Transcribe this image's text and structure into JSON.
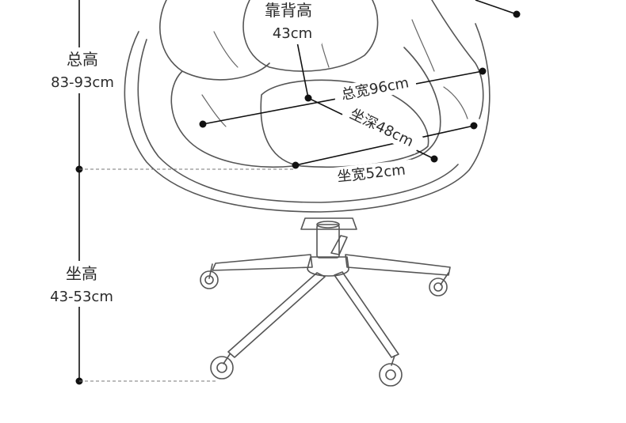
{
  "labels": {
    "total_height": {
      "name": "总高",
      "value": "83-93cm"
    },
    "seat_height": {
      "name": "坐高",
      "value": "43-53cm"
    },
    "backrest_height": {
      "name": "靠背高",
      "value": "43cm"
    },
    "total_width": {
      "text": "总宽96cm"
    },
    "seat_depth": {
      "text": "坐深48cm"
    },
    "seat_width": {
      "text": "坐宽52cm"
    }
  },
  "colors": {
    "line": "#555555",
    "dimension": "#111111",
    "text": "#2a2a2a"
  }
}
